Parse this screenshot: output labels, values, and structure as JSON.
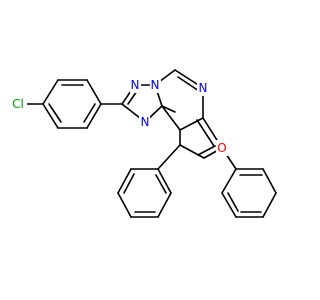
{
  "molecule": {
    "atoms": {
      "cl": {
        "label": "Cl",
        "color": "#00a000"
      },
      "n1": {
        "label": "N",
        "color": "#0000ff"
      },
      "n2": {
        "label": "N",
        "color": "#0000ff"
      },
      "n3": {
        "label": "N",
        "color": "#0000ff"
      },
      "n4": {
        "label": "N",
        "color": "#0000ff"
      },
      "o1": {
        "label": "O",
        "color": "#ff0000"
      }
    },
    "bond_color": "#000000"
  }
}
